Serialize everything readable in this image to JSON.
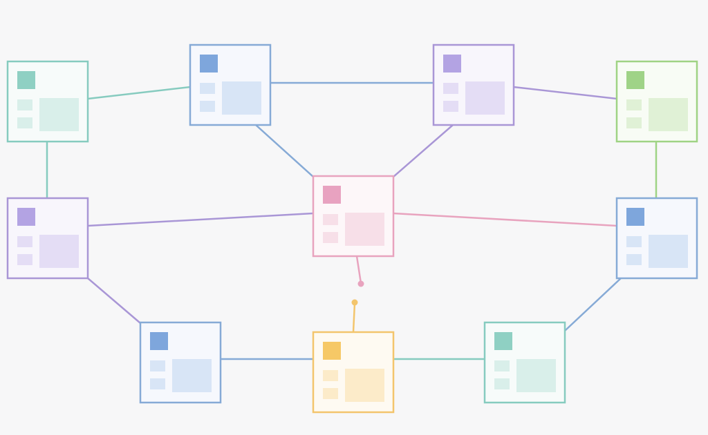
{
  "diagram": {
    "background": "#f7f7f8",
    "palette": {
      "teal": {
        "stroke": "#86cbbf",
        "icon": "#8fd0c3",
        "fill": "#d9efea",
        "bg": "#f7fbfa"
      },
      "blue": {
        "stroke": "#86aad6",
        "icon": "#7ea6dc",
        "fill": "#d8e5f6",
        "bg": "#f6f8fd"
      },
      "purple": {
        "stroke": "#a996d6",
        "icon": "#b3a3e3",
        "fill": "#e4ddf5",
        "bg": "#f8f6fc"
      },
      "green": {
        "stroke": "#9fd384",
        "icon": "#9fd387",
        "fill": "#e0f1d6",
        "bg": "#f8fcf5"
      },
      "pink": {
        "stroke": "#e8a3be",
        "icon": "#e8a2c0",
        "fill": "#f7dfe8",
        "bg": "#fdf7f9"
      },
      "orange": {
        "stroke": "#f3c56c",
        "icon": "#f6c866",
        "fill": "#fcebc9",
        "bg": "#fefaf2"
      }
    },
    "nodes": [
      {
        "id": "card-teal-top-left",
        "color": "teal",
        "kind": "window-card-icon"
      },
      {
        "id": "card-blue-top",
        "color": "blue",
        "kind": "window-card-icon"
      },
      {
        "id": "card-purple-top",
        "color": "purple",
        "kind": "window-card-icon"
      },
      {
        "id": "card-green-top-right",
        "color": "green",
        "kind": "window-card-icon"
      },
      {
        "id": "card-purple-mid-left",
        "color": "purple",
        "kind": "window-card-icon"
      },
      {
        "id": "card-pink-center",
        "color": "pink",
        "kind": "window-card-icon"
      },
      {
        "id": "card-blue-mid-right",
        "color": "blue",
        "kind": "window-card-icon"
      },
      {
        "id": "card-blue-bottom-left",
        "color": "blue",
        "kind": "window-card-icon"
      },
      {
        "id": "card-orange-bottom",
        "color": "orange",
        "kind": "window-card-icon"
      },
      {
        "id": "card-teal-bottom-right",
        "color": "teal",
        "kind": "window-card-icon"
      }
    ],
    "edges": [
      {
        "id": "edge-teal-to-blue-top",
        "from": "card-teal-top-left",
        "to": "card-blue-top",
        "color": "teal"
      },
      {
        "id": "edge-blue-top-to-purple-top",
        "from": "card-blue-top",
        "to": "card-purple-top",
        "color": "blue"
      },
      {
        "id": "edge-purple-top-to-green",
        "from": "card-purple-top",
        "to": "card-green-top-right",
        "color": "purple"
      },
      {
        "id": "edge-teal-to-purple-left",
        "from": "card-teal-top-left",
        "to": "card-purple-mid-left",
        "color": "teal"
      },
      {
        "id": "edge-blue-top-to-pink",
        "from": "card-blue-top",
        "to": "card-pink-center",
        "color": "blue"
      },
      {
        "id": "edge-purple-top-to-pink",
        "from": "card-purple-top",
        "to": "card-pink-center",
        "color": "purple"
      },
      {
        "id": "edge-green-to-blue-right",
        "from": "card-green-top-right",
        "to": "card-blue-mid-right",
        "color": "green"
      },
      {
        "id": "edge-purple-left-to-pink",
        "from": "card-purple-mid-left",
        "to": "card-pink-center",
        "color": "purple"
      },
      {
        "id": "edge-pink-to-blue-right",
        "from": "card-pink-center",
        "to": "card-blue-mid-right",
        "color": "pink"
      },
      {
        "id": "edge-purple-left-to-blue-bottom",
        "from": "card-purple-mid-left",
        "to": "card-blue-bottom-left",
        "color": "purple"
      },
      {
        "id": "edge-blue-right-to-teal-bottom",
        "from": "card-blue-mid-right",
        "to": "card-teal-bottom-right",
        "color": "blue"
      },
      {
        "id": "edge-blue-bottom-to-orange",
        "from": "card-blue-bottom-left",
        "to": "card-orange-bottom",
        "color": "blue"
      },
      {
        "id": "edge-orange-to-teal-bottom",
        "from": "card-orange-bottom",
        "to": "card-teal-bottom-right",
        "color": "teal"
      }
    ],
    "broken_link": {
      "id": "disconnected-link-pink-orange",
      "from": "card-pink-center",
      "to": "card-orange-bottom",
      "from_color": "pink",
      "to_color": "orange"
    }
  }
}
